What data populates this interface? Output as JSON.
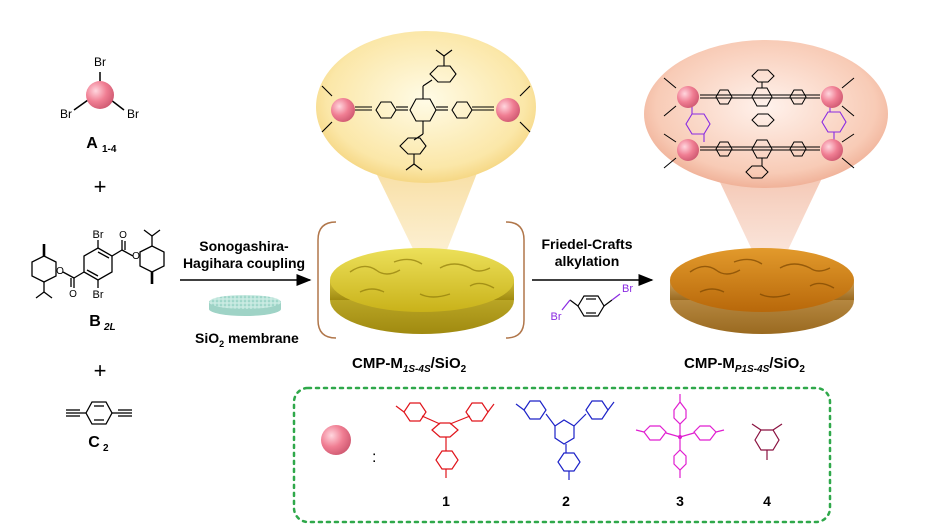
{
  "monomers": {
    "a": {
      "atom": "Br",
      "label": "A",
      "sub": "1-4"
    },
    "b": {
      "label": "B",
      "sub": "2L",
      "br_atom": "Br"
    },
    "c": {
      "label": "C",
      "sub": "2"
    },
    "plus": "+"
  },
  "step1": {
    "line1": "Sonogashira-",
    "line2": "Hagihara coupling",
    "support": "SiO",
    "support_sub": "2",
    "support_rest": " membrane"
  },
  "product1": {
    "prefix": "CMP-M",
    "sub": "1S-4S",
    "suffix": "/SiO",
    "suffix_sub": "2"
  },
  "step2": {
    "line1": "Friedel-Crafts",
    "line2": "alkylation",
    "reagent_atom": "Br"
  },
  "product2": {
    "prefix": "CMP-M",
    "sub": "P1S-4S",
    "suffix": "/SiO",
    "suffix_sub": "2"
  },
  "legend": {
    "colon": ":",
    "items": [
      {
        "num": "1",
        "color": "#e0141b"
      },
      {
        "num": "2",
        "color": "#1c22c8"
      },
      {
        "num": "3",
        "color": "#e01fd0"
      },
      {
        "num": "4",
        "color": "#8a1240"
      }
    ],
    "border_color": "#2fa84a"
  },
  "colors": {
    "sphere": "#f07e93",
    "disk_yellow": "#d8c020",
    "disk_orange": "#c27010",
    "linker": "#8a2be2"
  }
}
